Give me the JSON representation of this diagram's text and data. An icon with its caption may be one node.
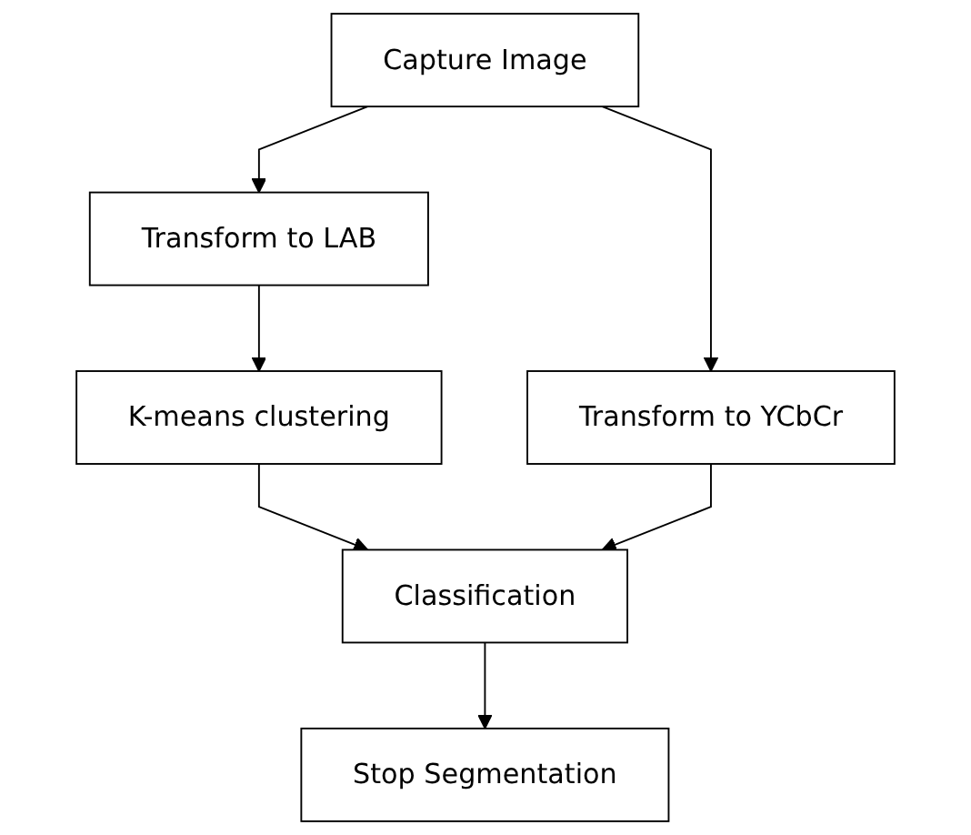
{
  "diagram": {
    "nodes": [
      {
        "text": [
          "Capture Image"
        ]
      },
      {
        "text": [
          "Transform to LAB"
        ]
      },
      {
        "text": [
          "Transform to YCbCr"
        ]
      },
      {
        "text": [
          "K-means clustering"
        ]
      },
      {
        "text": [
          "Classification"
        ]
      },
      {
        "text": [
          "Stop Segmentation"
        ]
      }
    ],
    "edges": [
      {
        "from": 0,
        "to": 1,
        "arrow": "to"
      },
      {
        "from": 0,
        "to": 2,
        "arrow": "to"
      },
      {
        "from": 1,
        "to": 3,
        "arrow": "to"
      },
      {
        "from": 3,
        "to": 4,
        "arrow": "to"
      },
      {
        "from": 2,
        "to": 4,
        "arrow": "to"
      },
      {
        "from": 4,
        "to": 5,
        "arrow": "to"
      }
    ]
  }
}
